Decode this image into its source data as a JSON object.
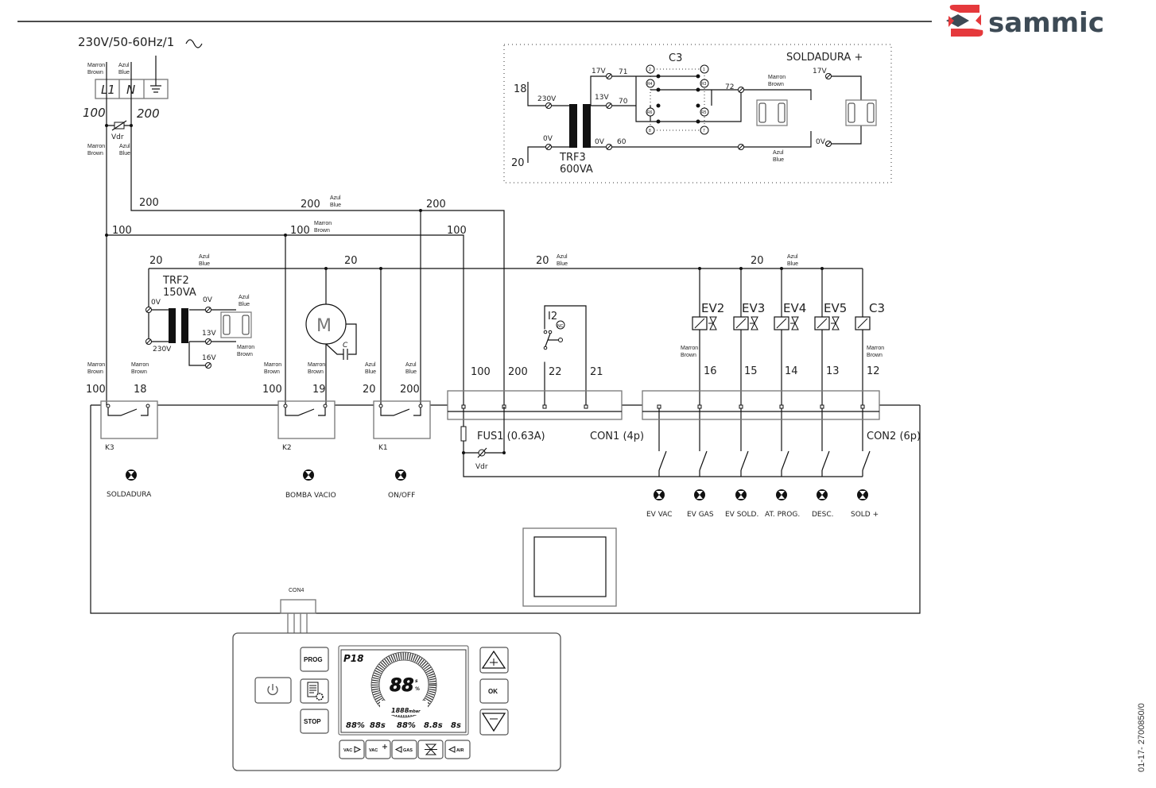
{
  "logo": {
    "text": "sammic",
    "colors": {
      "mark": "#e5393c",
      "text": "#3d4a55"
    }
  },
  "doc_code": "01-17- 2700850/0",
  "wire_colors": {
    "brown": "Marron",
    "brown_en": "Brown",
    "blue": "Azul",
    "blue_en": "Blue"
  },
  "supply": {
    "label": "230V/50-60Hz/1",
    "terminals": {
      "l1": "L1",
      "n": "N"
    },
    "vdr": "Vdr"
  },
  "wires": {
    "w100": "100",
    "w200": "200",
    "w20": "20",
    "w18": "18",
    "w19": "19",
    "w22": "22",
    "w21": "21",
    "w16": "16",
    "w15": "15",
    "w14": "14",
    "w13": "13",
    "w12": "12"
  },
  "trf2": {
    "name": "TRF2",
    "rating": "150VA",
    "v0": "0V",
    "v230": "230V",
    "v13": "13V",
    "v16": "16V"
  },
  "trf3_box": {
    "in18": "18",
    "in20": "20",
    "v230": "230V",
    "v0": "0V",
    "name": "TRF3",
    "rating": "600VA",
    "v17": "17V",
    "v13": "13V",
    "w71": "71",
    "w70": "70",
    "w60": "60",
    "w72": "72",
    "contactor": "C3",
    "pins": [
      "2",
      "1",
      "R4",
      "R3",
      "R6",
      "R5",
      "8",
      "7"
    ],
    "soldadura": "SOLDADURA +"
  },
  "motor": {
    "symbol": "M",
    "capacitor": "C"
  },
  "relays": {
    "k3": "K3",
    "k2": "K2",
    "k1": "K1"
  },
  "lamps_left": [
    "SOLDADURA",
    "BOMBA VACIO",
    "ON/OFF"
  ],
  "switch_i2": {
    "name": "I2",
    "type": "NC"
  },
  "con1": {
    "fuse": "FUS1 (0.63A)",
    "label": "CON1 (4p)",
    "vdr": "Vdr"
  },
  "con2": {
    "label": "CON2 (6p)"
  },
  "valves": [
    "EV2",
    "EV3",
    "EV4",
    "EV5",
    "C3"
  ],
  "lamps_right": [
    "EV VAC",
    "EV GAS",
    "EV SOLD.",
    "AT. PROG.",
    "DESC.",
    "SOLD +"
  ],
  "con4": "CON4",
  "panel": {
    "buttons": {
      "prog": "PROG",
      "stop": "STOP",
      "ok": "OK",
      "vac": "VAC",
      "vac2": "VAC",
      "gas": "GAS",
      "air": "AIR"
    },
    "lcd": {
      "program": "P18",
      "center": "88",
      "unit_s": "s",
      "unit_pct": "%",
      "pressure": "1888",
      "pressure_unit": "mbar",
      "row": [
        "88%",
        "88s",
        "88%",
        "8.8s",
        "8s"
      ]
    }
  }
}
